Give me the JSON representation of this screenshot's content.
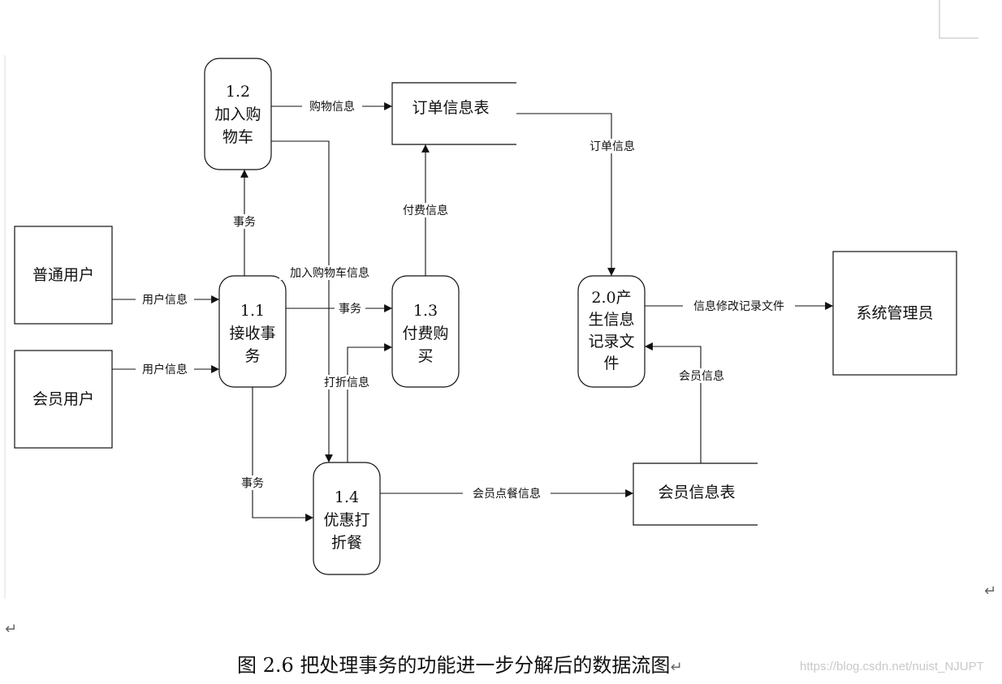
{
  "nodes": {
    "ordinary_user": "普通用户",
    "member_user": "会员用户",
    "p11": [
      "1.1",
      "接收事",
      "务"
    ],
    "p12": [
      "1.2",
      "加入购",
      "物车"
    ],
    "p13": [
      "1.3",
      "付费购",
      "买"
    ],
    "p14": [
      "1.4",
      "优惠打",
      "折餐"
    ],
    "p20": [
      "2.0产",
      "生信息",
      "记录文",
      "件"
    ],
    "order_table": "订单信息表",
    "member_table": "会员信息表",
    "sys_admin": "系统管理员"
  },
  "flows": {
    "user_info_1": "用户信息",
    "user_info_2": "用户信息",
    "affair_up": "事务",
    "affair_right": "事务",
    "affair_down": "事务",
    "shopping_info": "购物信息",
    "add_cart_info": "加入购物车信息",
    "pay_info": "付费信息",
    "discount_info": "打折信息",
    "order_info": "订单信息",
    "modify_record": "信息修改记录文件",
    "member_info": "会员信息",
    "member_order_info": "会员点餐信息"
  },
  "caption": "图 2.6  把处理事务的功能进一步分解后的数据流图",
  "return_mark": "↵",
  "watermark": "https://blog.csdn.net/nuist_NJUPT"
}
